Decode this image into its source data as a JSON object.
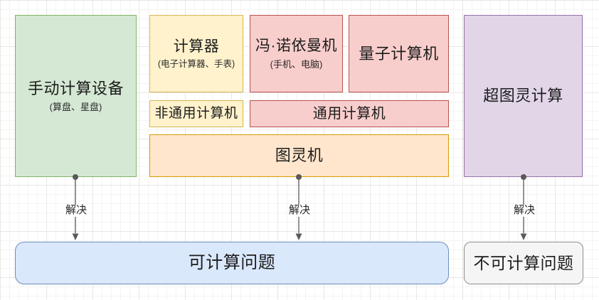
{
  "diagram": {
    "description": "Classification of computing devices and the problems they solve",
    "background": "#ffffff",
    "grid_minor_color": "#f4f4f2",
    "grid_major_color": "#e7e7e4",
    "text_color": "#1c1c1c",
    "arrow_color": "#595959"
  },
  "nodes": {
    "manual": {
      "title": "手动计算设备",
      "subtitle": "(算盘、星盘)",
      "fill": "#d5e8d4",
      "stroke": "#82b366"
    },
    "calculator": {
      "title": "计算器",
      "subtitle": "(电子计算器、手表)",
      "fill": "#fff2cc",
      "stroke": "#d6b656"
    },
    "von_neumann": {
      "title": "冯·诺依曼机",
      "subtitle": "(手机、电脑)",
      "fill": "#f8cecc",
      "stroke": "#b85450"
    },
    "quantum": {
      "title": "量子计算机",
      "fill": "#f8cecc",
      "stroke": "#b85450"
    },
    "non_general": {
      "title": "非通用计算机",
      "fill": "#fff2cc",
      "stroke": "#d6b656"
    },
    "general": {
      "title": "通用计算机",
      "fill": "#f8cecc",
      "stroke": "#b85450"
    },
    "turing": {
      "title": "图灵机",
      "fill": "#ffe6cc",
      "stroke": "#d79b00"
    },
    "super_turing": {
      "title": "超图灵计算",
      "fill": "#e1d5e7",
      "stroke": "#9673a6"
    },
    "computable": {
      "title": "可计算问题",
      "fill": "#dae8fc",
      "stroke": "#6c8ebf"
    },
    "uncomputable": {
      "title": "不可计算问题",
      "fill": "#f5f5f5",
      "stroke": "#8f8f8f"
    }
  },
  "edges": [
    {
      "label": "解决",
      "from": "manual",
      "to": "computable"
    },
    {
      "label": "解决",
      "from": "turing",
      "to": "computable"
    },
    {
      "label": "解决",
      "from": "super_turing",
      "to": "uncomputable"
    }
  ]
}
